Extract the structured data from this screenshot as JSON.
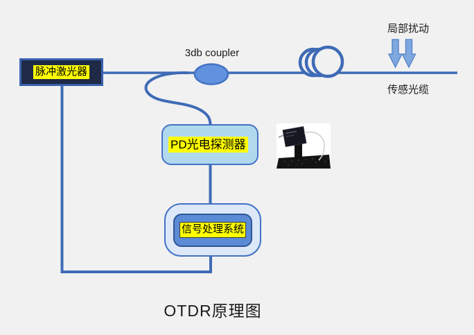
{
  "diagram": {
    "title": "OTDR原理图",
    "nodes": {
      "laser": {
        "label": "脉冲激光器"
      },
      "coupler": {
        "label": "3db coupler"
      },
      "disturbance": {
        "label": "局部扰动"
      },
      "cable": {
        "label": "传感光缆"
      },
      "detector": {
        "label": "PD光电探测器"
      },
      "processor": {
        "label": "信号处理系统"
      }
    },
    "icons": [
      "coupler-ellipse-icon",
      "fiber-coil-icon",
      "down-arrow-icon",
      "photodetector-photo"
    ],
    "colors": {
      "background": "#f1f1f2",
      "wire": "#3f6bb5",
      "coupler_fill": "#6292dd",
      "coupler_border": "#4472c4",
      "arrow_fill": "#7fa8e0",
      "arrow_border": "#5b87c9",
      "laser_fill": "#1f2a47",
      "laser_border": "#3a62ae",
      "detector_fill": "#b0d9ee",
      "detector_border": "#4472c4",
      "processor_outer_fill": "#dce8f8",
      "processor_inner_fill": "#5b8bd5",
      "processor_inner_border": "#2f5597",
      "text_highlight": "#ffff00",
      "text": "#1a1a1a"
    }
  }
}
